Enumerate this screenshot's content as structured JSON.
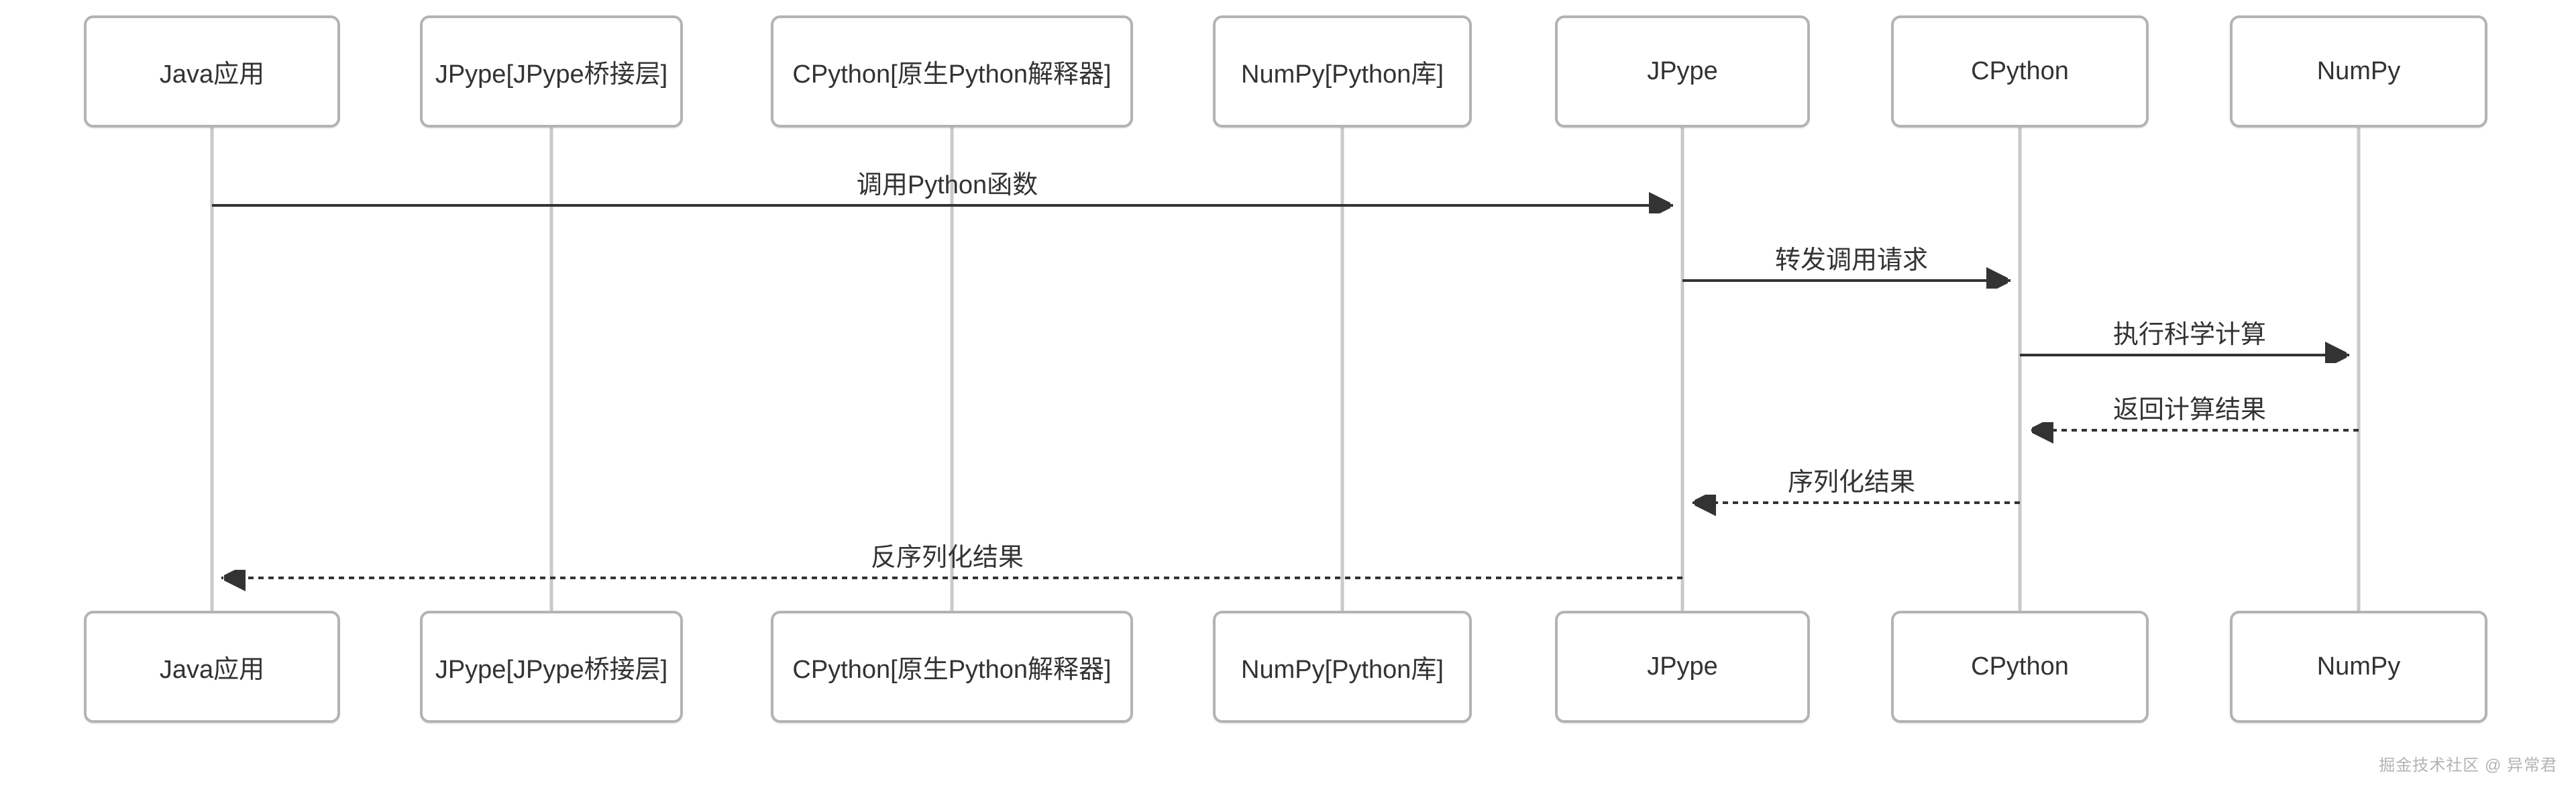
{
  "diagram": {
    "type": "sequence-diagram",
    "participants": [
      {
        "label": "Java应用"
      },
      {
        "label": "JPype[JPype桥接层]"
      },
      {
        "label": "CPython[原生Python解释器]"
      },
      {
        "label": "NumPy[Python库]"
      },
      {
        "label": "JPype"
      },
      {
        "label": "CPython"
      },
      {
        "label": "NumPy"
      }
    ],
    "messages": [
      {
        "from": "Java应用",
        "to": "JPype",
        "label": "调用Python函数",
        "line": "solid",
        "direction": "right"
      },
      {
        "from": "JPype",
        "to": "CPython",
        "label": "转发调用请求",
        "line": "solid",
        "direction": "right"
      },
      {
        "from": "CPython",
        "to": "NumPy",
        "label": "执行科学计算",
        "line": "solid",
        "direction": "right"
      },
      {
        "from": "NumPy",
        "to": "CPython",
        "label": "返回计算结果",
        "line": "dashed",
        "direction": "left"
      },
      {
        "from": "CPython",
        "to": "JPype",
        "label": "序列化结果",
        "line": "dashed",
        "direction": "left"
      },
      {
        "from": "JPype",
        "to": "Java应用",
        "label": "反序列化结果",
        "line": "dashed",
        "direction": "left"
      }
    ],
    "watermark": "掘金技术社区 @ 异常君",
    "colors": {
      "background": "#ffffff",
      "actor_border": "#b3b3b3",
      "actor_fill": "#ffffff",
      "text": "#333333",
      "lifeline": "#c9c9c9",
      "arrow": "#333333",
      "watermark": "#b3b3b3"
    }
  }
}
